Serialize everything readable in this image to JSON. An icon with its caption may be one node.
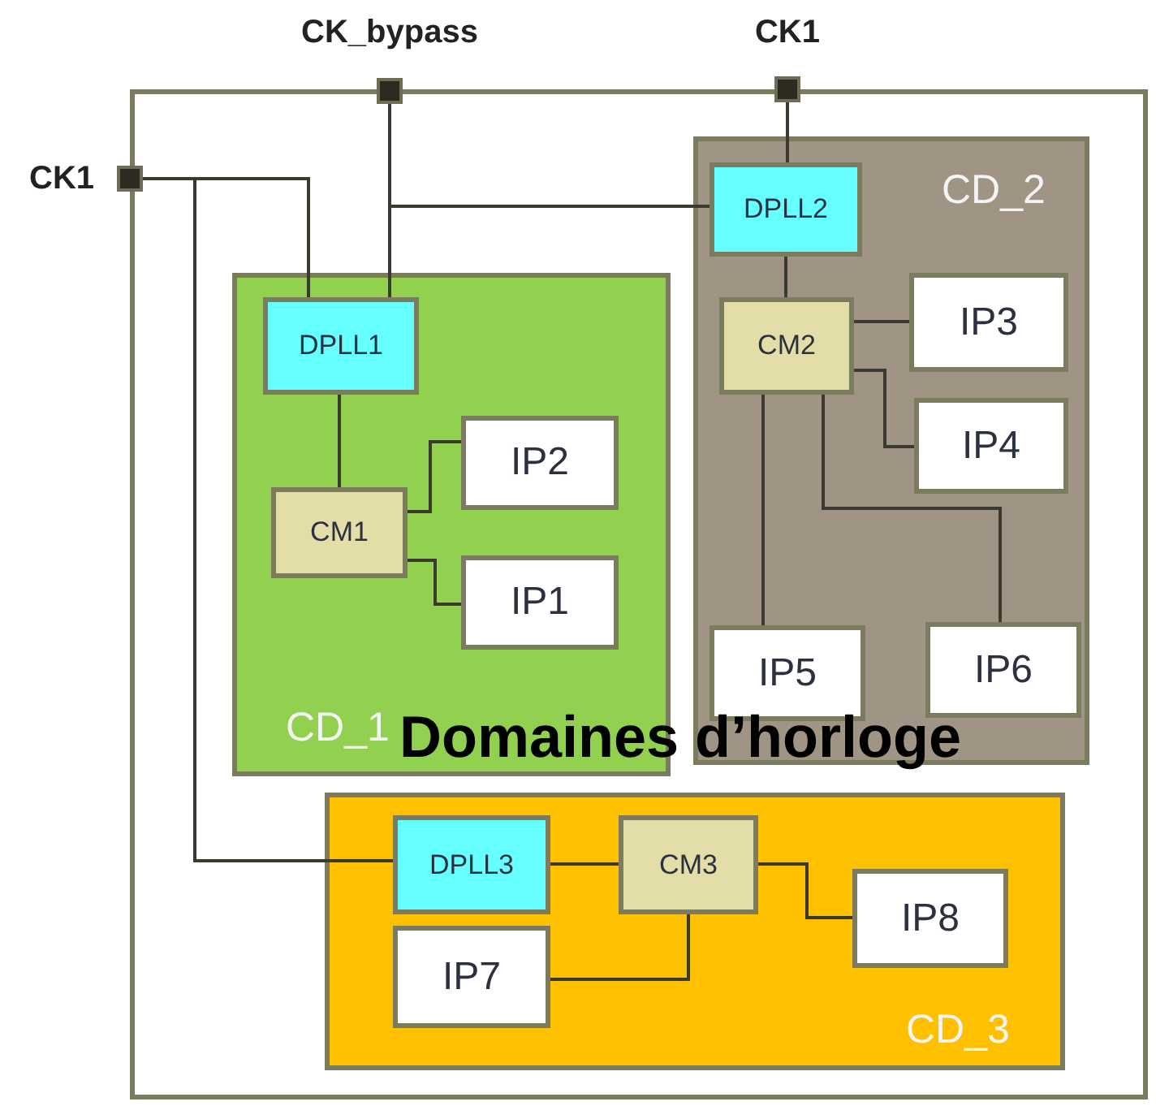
{
  "diagram": {
    "title": "Domaines d’horloge",
    "nodes": [
      {
        "text": [],
        "shape": "box"
      },
      {
        "text": [
          "CK_bypass"
        ]
      },
      {
        "text": [
          "CK1"
        ]
      },
      {
        "text": [
          "CK1"
        ]
      },
      {
        "text": [
          "CD_1"
        ],
        "in": 0
      },
      {
        "text": [
          "DPLL1"
        ],
        "in": 4
      },
      {
        "text": [
          "CM1"
        ],
        "in": 4
      },
      {
        "text": [
          "IP2"
        ],
        "in": 4
      },
      {
        "text": [
          "IP1"
        ],
        "in": 4
      },
      {
        "text": [
          "CD_2"
        ],
        "in": 0
      },
      {
        "text": [
          "DPLL2"
        ],
        "in": 9
      },
      {
        "text": [
          "CM2"
        ],
        "in": 9
      },
      {
        "text": [
          "IP3"
        ],
        "in": 9
      },
      {
        "text": [
          "IP4"
        ],
        "in": 9
      },
      {
        "text": [
          "IP5"
        ],
        "in": 9
      },
      {
        "text": [
          "IP6"
        ],
        "in": 9
      },
      {
        "text": [
          "CD_3"
        ],
        "in": 0
      },
      {
        "text": [
          "DPLL3"
        ],
        "in": 16
      },
      {
        "text": [
          "CM3"
        ],
        "in": 16
      },
      {
        "text": [
          "IP7"
        ],
        "in": 16
      },
      {
        "text": [
          "IP8"
        ],
        "in": 16
      }
    ],
    "edges": [
      {
        "from": 2,
        "to": 5,
        "arrow": "none"
      },
      {
        "from": 2,
        "to": 17,
        "arrow": "none"
      },
      {
        "from": 1,
        "to": 5,
        "arrow": "none"
      },
      {
        "from": 1,
        "to": 10,
        "arrow": "none"
      },
      {
        "from": 3,
        "to": 10,
        "arrow": "none"
      },
      {
        "from": 5,
        "to": 6,
        "arrow": "none"
      },
      {
        "from": 6,
        "to": 7,
        "arrow": "none"
      },
      {
        "from": 6,
        "to": 8,
        "arrow": "none"
      },
      {
        "from": 10,
        "to": 11,
        "arrow": "none"
      },
      {
        "from": 11,
        "to": 12,
        "arrow": "none"
      },
      {
        "from": 11,
        "to": 13,
        "arrow": "none"
      },
      {
        "from": 11,
        "to": 14,
        "arrow": "none"
      },
      {
        "from": 11,
        "to": 15,
        "arrow": "none"
      },
      {
        "from": 17,
        "to": 18,
        "arrow": "none"
      },
      {
        "from": 18,
        "to": 20,
        "arrow": "none"
      },
      {
        "from": 18,
        "to": 19,
        "arrow": "none"
      }
    ]
  }
}
